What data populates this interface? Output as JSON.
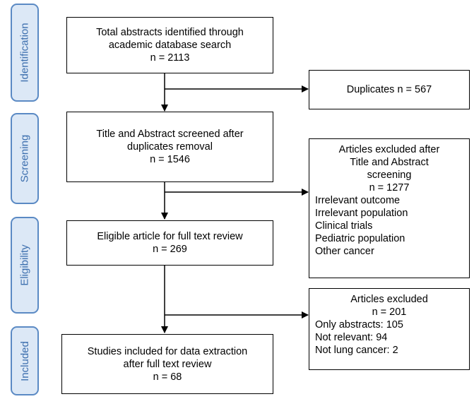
{
  "stages": [
    "Identification",
    "Screening",
    "Eligibility",
    "Included"
  ],
  "main": [
    [
      "Total abstracts identified through",
      "academic database search",
      "n = 2113"
    ],
    [
      "Title and Abstract screened after",
      "duplicates removal",
      "n = 1546"
    ],
    [
      "Eligible article for full text review",
      "n = 269"
    ],
    [
      "Studies included for data extraction",
      "after full text review",
      "n = 68"
    ]
  ],
  "side": {
    "duplicates": "Duplicates n = 567",
    "excluded_screening": {
      "header": [
        "Articles excluded after",
        "Title and Abstract",
        "screening",
        "n = 1277"
      ],
      "items": [
        "Irrelevant outcome",
        "Irrelevant population",
        "Clinical trials",
        "Pediatric population",
        "Other cancer"
      ]
    },
    "excluded_fulltext": {
      "header": [
        "Articles excluded",
        "n = 201"
      ],
      "items": [
        "Only abstracts: 105",
        "Not relevant: 94",
        "Not lung cancer: 2"
      ]
    }
  },
  "colors": {
    "stage_fill": "#dce8f6",
    "stage_border": "#5b8ac4",
    "stage_text": "#3d6fae"
  }
}
